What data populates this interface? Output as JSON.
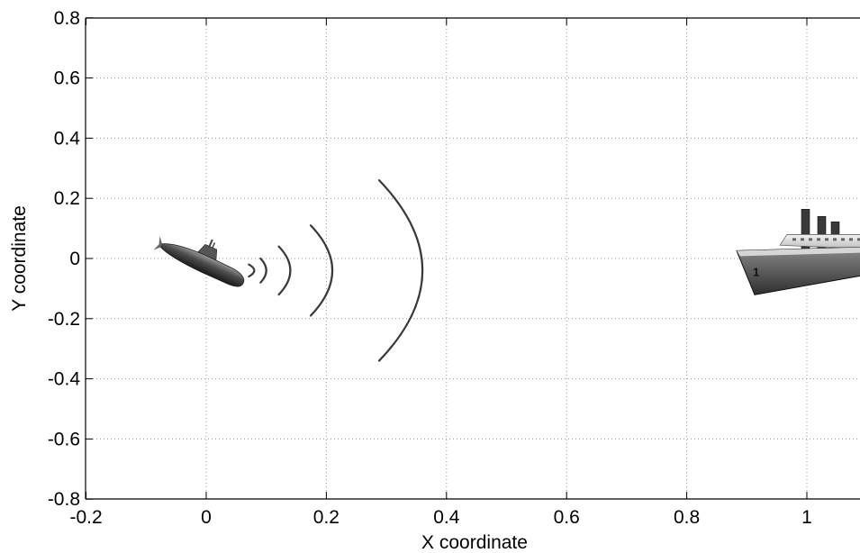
{
  "chart_data": {
    "type": "scatter",
    "title": "",
    "xlabel": "X coordinate",
    "ylabel": "Y coordinate",
    "xlim": [
      -0.2,
      1.09
    ],
    "ylim": [
      -0.8,
      0.8
    ],
    "x_ticks": [
      -0.2,
      0,
      0.2,
      0.4,
      0.6,
      0.8,
      1
    ],
    "x_tick_labels": [
      "-0.2",
      "0",
      "0.2",
      "0.4",
      "0.6",
      "0.8",
      "1"
    ],
    "y_ticks": [
      0.8,
      0.6,
      0.4,
      0.2,
      0,
      -0.2,
      -0.4,
      -0.6,
      -0.8
    ],
    "y_tick_labels": [
      "0.8",
      "0.6",
      "0.4",
      "0.2",
      "0",
      "-0.2",
      "-0.4",
      "-0.6",
      "-0.8"
    ],
    "grid": true,
    "grid_style": "dotted",
    "submarine": {
      "x": 0.0,
      "y": -0.02,
      "icon": "submarine-icon"
    },
    "ship": {
      "x": 1.0,
      "y": -0.01,
      "icon": "ship-icon",
      "hull_number": "1"
    },
    "sonar_waves": [
      {
        "x": 0.08,
        "y": -0.04,
        "half_height": 0.02
      },
      {
        "x": 0.1,
        "y": -0.04,
        "half_height": 0.04
      },
      {
        "x": 0.14,
        "y": -0.04,
        "half_height": 0.08
      },
      {
        "x": 0.21,
        "y": -0.04,
        "half_height": 0.15
      },
      {
        "x": 0.36,
        "y": -0.04,
        "half_height": 0.3
      }
    ],
    "colors": {
      "axis": "#000000",
      "grid": "#9a9a9a",
      "wave": "#3a3a3a"
    }
  }
}
